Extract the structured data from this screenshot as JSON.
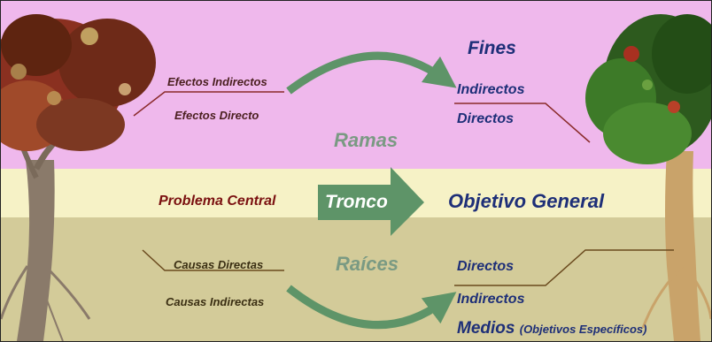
{
  "left": {
    "effects_indirect": "Efectos Indirectos",
    "effects_direct": "Efectos Directo",
    "central_problem": "Problema Central",
    "causes_direct": "Causas Directas",
    "causes_indirect": "Causas Indirectas"
  },
  "center": {
    "branches": "Ramas",
    "trunk": "Tronco",
    "roots": "Raíces"
  },
  "right": {
    "ends_title": "Fines",
    "ends_indirect": "Indirectos",
    "ends_direct": "Directos",
    "general_objective": "Objetivo General",
    "means_direct": "Directos",
    "means_indirect": "Indirectos",
    "means_title": "Medios",
    "means_subtitle": "(Objetivos Específicos)"
  },
  "colors": {
    "top_band": "#efb8ec",
    "middle_band": "#f6f2c6",
    "bottom_band": "#d3cb99",
    "arrow_green": "#5e9468",
    "problem_red": "#7a1010",
    "objective_blue": "#1e2f78"
  }
}
